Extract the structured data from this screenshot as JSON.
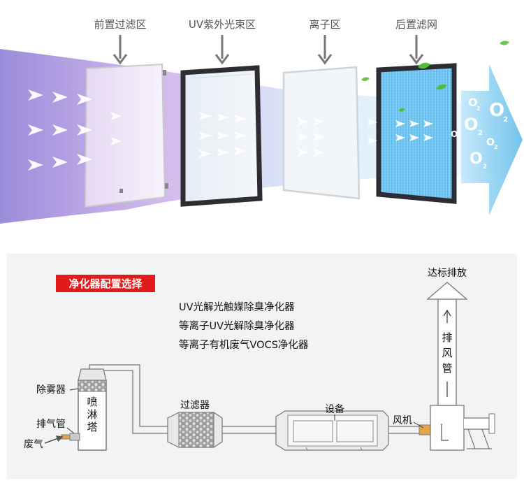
{
  "stages": [
    {
      "label": "前置过滤区"
    },
    {
      "label": "UV紫外光束区"
    },
    {
      "label": "离子区"
    },
    {
      "label": "后置滤网"
    }
  ],
  "o2_symbols": {
    "big": "O",
    "sub": "2"
  },
  "config": {
    "title": "净化器配置选择",
    "title_color": "#e31a1c",
    "options": [
      "UV光解光触媒除臭净化器",
      "等离子UV光解除臭净化器",
      "等离子有机废气VOCS净化器"
    ]
  },
  "flow": {
    "exhaust_gas": "废气",
    "exhaust_pipe": "排气管",
    "demister": "除雾器",
    "spray_tower": [
      "喷",
      "淋",
      "塔"
    ],
    "filter": "过滤器",
    "equipment": "设备",
    "fan": "风机",
    "exhaust_duct": [
      "排",
      "风",
      "管"
    ],
    "discharge": "达标排放"
  },
  "colors": {
    "airflow_purple": "#b89be0",
    "uv_blue": "#5aa9e6",
    "hepa_blue": "#4fb0ea",
    "arrow_cyan": "#9fdcf5",
    "diagram_bg": "#f2f3f3"
  }
}
